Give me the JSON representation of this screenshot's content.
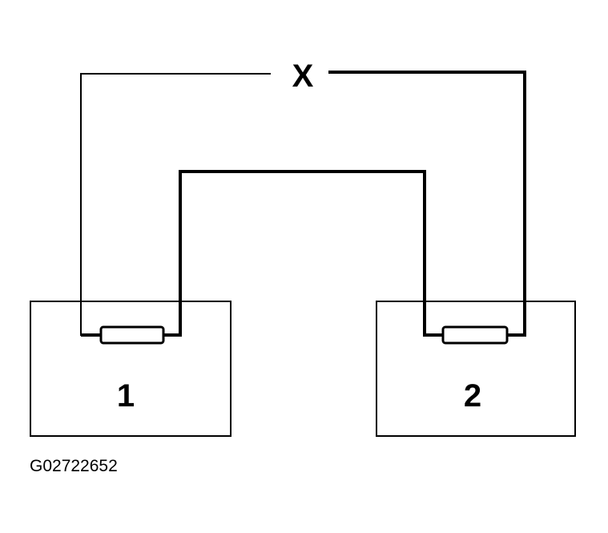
{
  "diagram": {
    "break_marker": "X",
    "components": [
      {
        "label": "1"
      },
      {
        "label": "2"
      }
    ],
    "reference_code": "G02722652"
  }
}
